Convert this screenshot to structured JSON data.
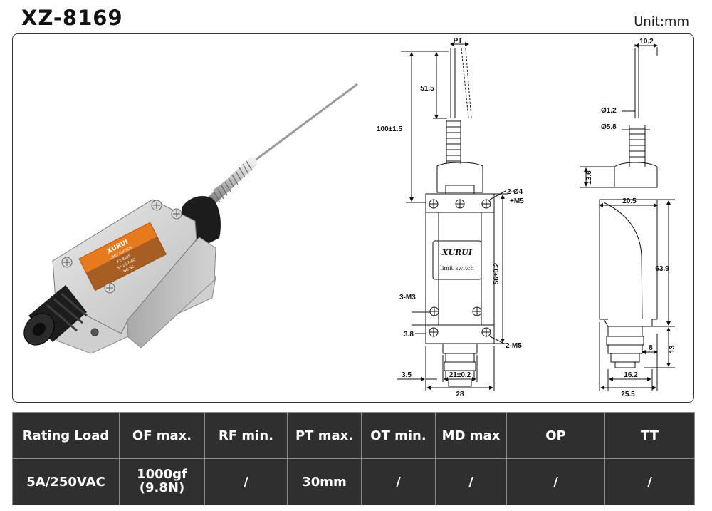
{
  "header": {
    "model": "XZ-8169",
    "unit": "Unit:mm"
  },
  "product": {
    "brand": "XURUI",
    "label_lines": [
      "LIMIT SWITCH",
      "XZ-8169",
      "5A/250VAC",
      "NO  NC"
    ]
  },
  "front_view": {
    "plate_brand": "XURUI",
    "plate_text": "limit switch",
    "dims": {
      "pt": "PT",
      "d51": "51.5",
      "d100": "100±1.5",
      "holes": "2-Ø4",
      "m5_top": "+M5",
      "d56": "56±0.2",
      "m3": "3-M3",
      "d38": "3.8",
      "m5_bottom": "2-M5",
      "d35": "3.5",
      "d21": "21±0.2",
      "d28": "28"
    }
  },
  "side_view": {
    "dims": {
      "d102": "10.2",
      "phi12": "Ø1.2",
      "phi58": "Ø5.8",
      "d136": "13.6",
      "d205": "20.5",
      "d639": "63.9",
      "d8": "8",
      "d13": "13",
      "d162": "16.2",
      "d255": "25.5"
    }
  },
  "specs": {
    "headers": [
      "Rating Load",
      "OF max.",
      "RF min.",
      "PT max.",
      "OT min.",
      "MD max",
      "OP",
      "TT"
    ],
    "values": [
      "5A/250VAC",
      "1000gf\n(9.8N)",
      "/",
      "30mm",
      "/",
      "/",
      "/",
      "/"
    ]
  }
}
